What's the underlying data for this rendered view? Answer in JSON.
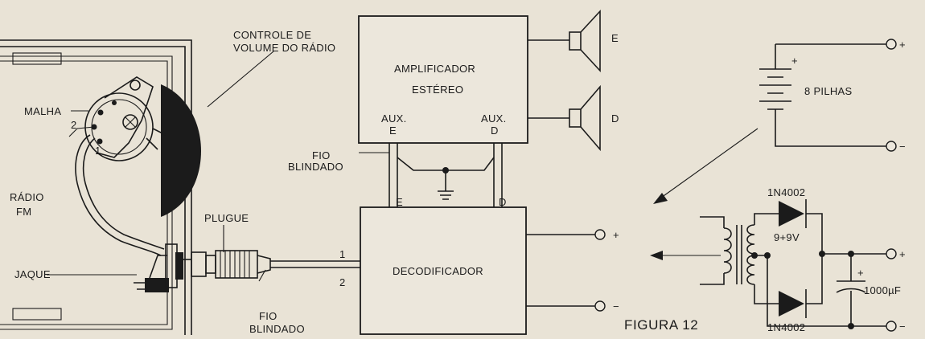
{
  "labels": {
    "controle_line1": "CONTROLE DE",
    "controle_line2": "VOLUME DO RÁDIO",
    "malha": "MALHA",
    "num_2_left": "2",
    "num_1_left": "1",
    "radio_line1": "RÁDIO",
    "radio_line2": "FM",
    "jaque": "JAQUE",
    "plugue": "PLUGUE",
    "fio_top_line1": "FIO",
    "fio_top_line2": "BLINDADO",
    "fio_bottom_line1": "FIO",
    "fio_bottom_line2": "BLINDADO",
    "wire_1": "1",
    "wire_2": "2",
    "amp_line1": "AMPLIFICADOR",
    "amp_line2": "ESTÉREO",
    "aux_e_line1": "AUX.",
    "aux_e_line2": "E",
    "aux_d_line1": "AUX.",
    "aux_d_line2": "D",
    "dec_e": "E",
    "dec_d": "D",
    "decoder": "DECODIFICADOR",
    "dec_plus": "+",
    "dec_minus": "−",
    "speaker_e": "E",
    "speaker_d": "D",
    "battery_plus": "+",
    "pilhas": "8 PILHAS",
    "batt_out_plus": "+",
    "batt_out_minus": "−",
    "diode_top": "1N4002",
    "diode_bottom": "1N4002",
    "trafo": "9+9V",
    "cap_plus": "+",
    "cap": "1000µF",
    "psu_plus": "+",
    "psu_minus": "−",
    "figura": "FIGURA 12"
  }
}
